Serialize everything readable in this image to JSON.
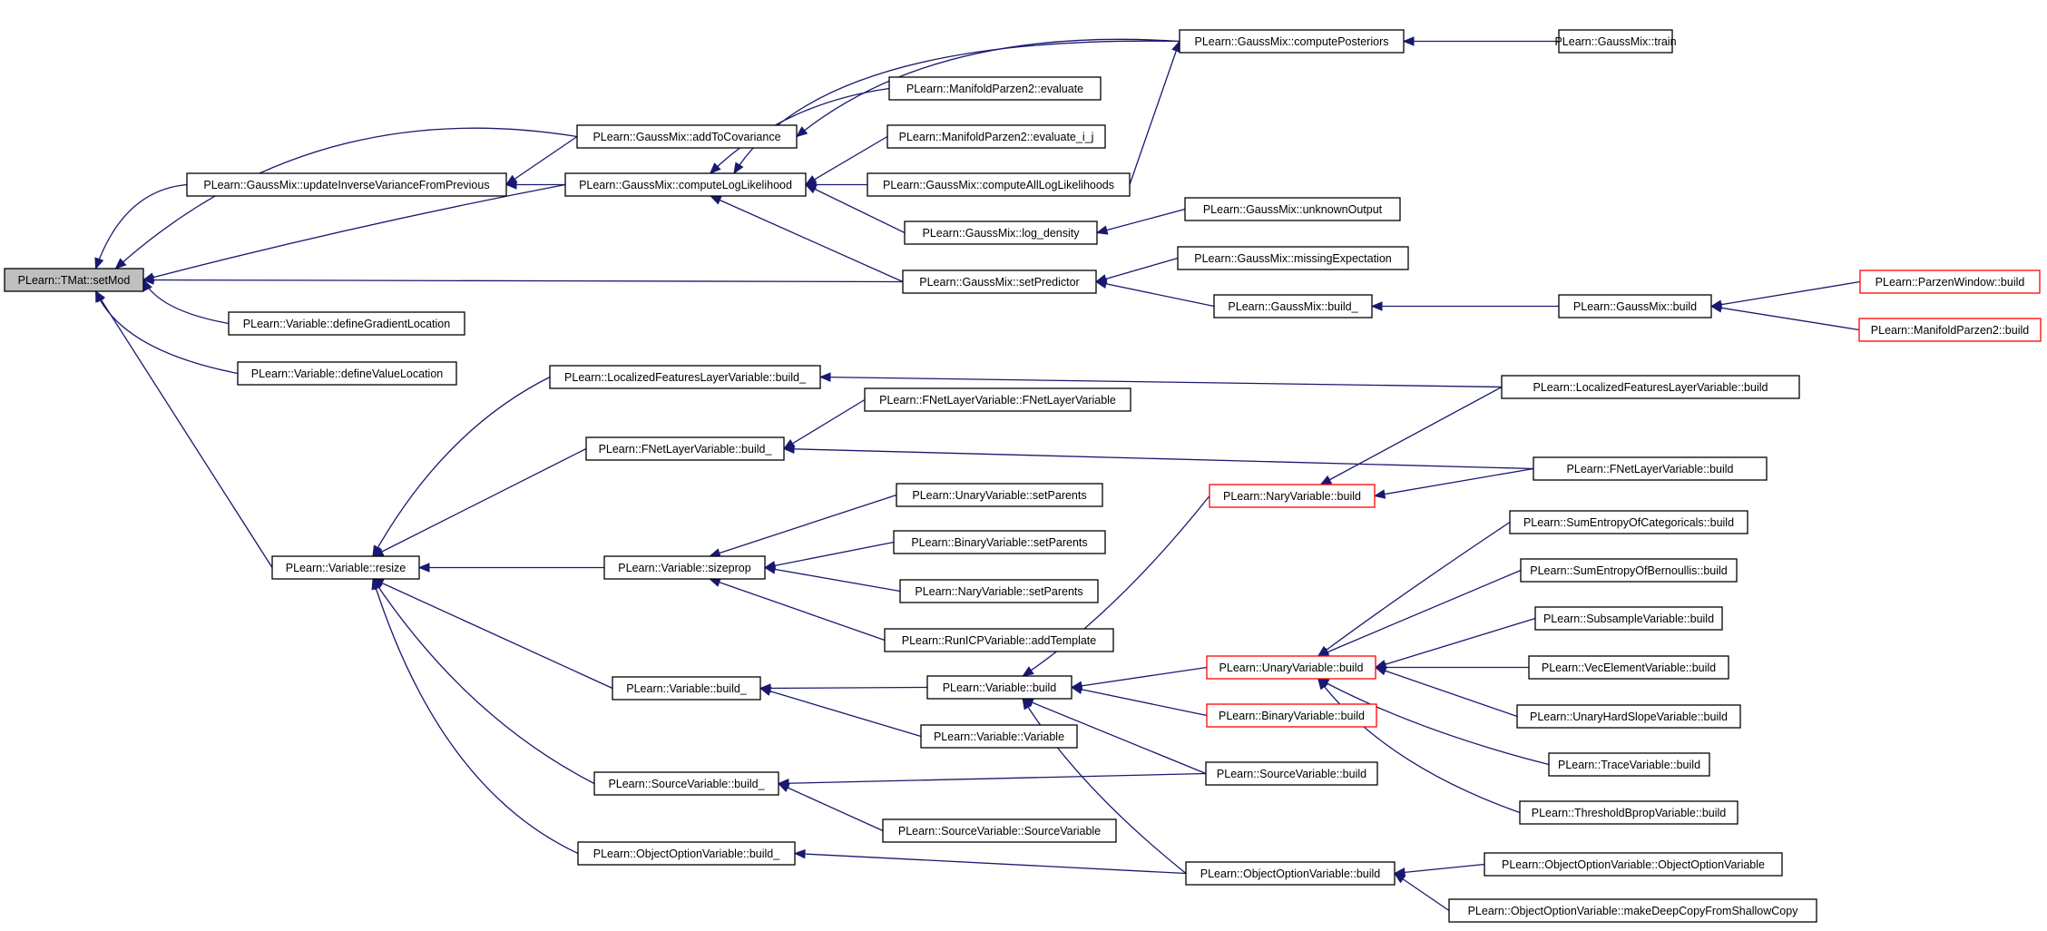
{
  "diagram": {
    "colors": {
      "edge": "#191970",
      "node_border": "#000000",
      "root_fill": "#bfbfbf",
      "truncated_border": "#ff0000",
      "background": "#ffffff"
    },
    "nodes": [
      {
        "id": "tmat_setmod",
        "label": "PLearn::TMat::setMod",
        "root": true
      },
      {
        "id": "gm_updinv",
        "label": "PLearn::GaussMix::updateInverseVarianceFromPrevious"
      },
      {
        "id": "gm_addtocov",
        "label": "PLearn::GaussMix::addToCovariance"
      },
      {
        "id": "gm_complogl",
        "label": "PLearn::GaussMix::computeLogLikelihood"
      },
      {
        "id": "gm_comppost",
        "label": "PLearn::GaussMix::computePosteriors"
      },
      {
        "id": "gm_train",
        "label": "PLearn::GaussMix::train"
      },
      {
        "id": "mp2_eval",
        "label": "PLearn::ManifoldParzen2::evaluate"
      },
      {
        "id": "mp2_evalij",
        "label": "PLearn::ManifoldParzen2::evaluate_i_j"
      },
      {
        "id": "gm_compall",
        "label": "PLearn::GaussMix::computeAllLogLikelihoods"
      },
      {
        "id": "gm_logdens",
        "label": "PLearn::GaussMix::log_density"
      },
      {
        "id": "gm_unknown",
        "label": "PLearn::GaussMix::unknownOutput"
      },
      {
        "id": "gm_missing",
        "label": "PLearn::GaussMix::missingExpectation"
      },
      {
        "id": "gm_setpred",
        "label": "PLearn::GaussMix::setPredictor"
      },
      {
        "id": "gm_build_",
        "label": "PLearn::GaussMix::build_"
      },
      {
        "id": "gm_build",
        "label": "PLearn::GaussMix::build"
      },
      {
        "id": "pw_build",
        "label": "PLearn::ParzenWindow::build",
        "truncated": true
      },
      {
        "id": "mp2_build",
        "label": "PLearn::ManifoldParzen2::build",
        "truncated": true
      },
      {
        "id": "var_defgrad",
        "label": "PLearn::Variable::defineGradientLocation"
      },
      {
        "id": "var_defval",
        "label": "PLearn::Variable::defineValueLocation"
      },
      {
        "id": "var_resize",
        "label": "PLearn::Variable::resize"
      },
      {
        "id": "lflv_build_",
        "label": "PLearn::LocalizedFeaturesLayerVariable::build_"
      },
      {
        "id": "lflv_build",
        "label": "PLearn::LocalizedFeaturesLayerVariable::build"
      },
      {
        "id": "fnlv_build_",
        "label": "PLearn::FNetLayerVariable::build_"
      },
      {
        "id": "fnlv_ctor",
        "label": "PLearn::FNetLayerVariable::FNetLayerVariable"
      },
      {
        "id": "fnlv_build",
        "label": "PLearn::FNetLayerVariable::build"
      },
      {
        "id": "nary_build",
        "label": "PLearn::NaryVariable::build",
        "truncated": true
      },
      {
        "id": "var_sizeprop",
        "label": "PLearn::Variable::sizeprop"
      },
      {
        "id": "unary_setpar",
        "label": "PLearn::UnaryVariable::setParents"
      },
      {
        "id": "binary_setpar",
        "label": "PLearn::BinaryVariable::setParents"
      },
      {
        "id": "nary_setpar",
        "label": "PLearn::NaryVariable::setParents"
      },
      {
        "id": "runicp_addtpl",
        "label": "PLearn::RunICPVariable::addTemplate"
      },
      {
        "id": "var_build_",
        "label": "PLearn::Variable::build_"
      },
      {
        "id": "var_build",
        "label": "PLearn::Variable::build"
      },
      {
        "id": "var_ctor",
        "label": "PLearn::Variable::Variable"
      },
      {
        "id": "unary_build",
        "label": "PLearn::UnaryVariable::build",
        "truncated": true
      },
      {
        "id": "binary_build",
        "label": "PLearn::BinaryVariable::build",
        "truncated": true
      },
      {
        "id": "secat_build",
        "label": "PLearn::SumEntropyOfCategoricals::build"
      },
      {
        "id": "seber_build",
        "label": "PLearn::SumEntropyOfBernoullis::build"
      },
      {
        "id": "subs_build",
        "label": "PLearn::SubsampleVariable::build"
      },
      {
        "id": "vecel_build",
        "label": "PLearn::VecElementVariable::build"
      },
      {
        "id": "uhs_build",
        "label": "PLearn::UnaryHardSlopeVariable::build"
      },
      {
        "id": "trace_build",
        "label": "PLearn::TraceVariable::build"
      },
      {
        "id": "thr_build",
        "label": "PLearn::ThresholdBpropVariable::build"
      },
      {
        "id": "src_build_",
        "label": "PLearn::SourceVariable::build_"
      },
      {
        "id": "src_build",
        "label": "PLearn::SourceVariable::build"
      },
      {
        "id": "src_ctor",
        "label": "PLearn::SourceVariable::SourceVariable"
      },
      {
        "id": "oov_build_",
        "label": "PLearn::ObjectOptionVariable::build_"
      },
      {
        "id": "oov_build",
        "label": "PLearn::ObjectOptionVariable::build"
      },
      {
        "id": "oov_ctor",
        "label": "PLearn::ObjectOptionVariable::ObjectOptionVariable"
      },
      {
        "id": "oov_deepcopy",
        "label": "PLearn::ObjectOptionVariable::makeDeepCopyFromShallowCopy"
      }
    ],
    "edges": [
      [
        "gm_addtocov",
        "tmat_setmod"
      ],
      [
        "gm_updinv",
        "tmat_setmod"
      ],
      [
        "gm_complogl",
        "tmat_setmod"
      ],
      [
        "gm_setpred",
        "tmat_setmod"
      ],
      [
        "var_defgrad",
        "tmat_setmod"
      ],
      [
        "var_defval",
        "tmat_setmod"
      ],
      [
        "var_resize",
        "tmat_setmod"
      ],
      [
        "gm_addtocov",
        "gm_updinv"
      ],
      [
        "gm_complogl",
        "gm_updinv"
      ],
      [
        "gm_comppost",
        "gm_addtocov"
      ],
      [
        "gm_comppost",
        "gm_complogl"
      ],
      [
        "mp2_eval",
        "gm_complogl"
      ],
      [
        "mp2_evalij",
        "gm_complogl"
      ],
      [
        "gm_compall",
        "gm_complogl"
      ],
      [
        "gm_logdens",
        "gm_complogl"
      ],
      [
        "gm_setpred",
        "gm_complogl"
      ],
      [
        "gm_train",
        "gm_comppost"
      ],
      [
        "gm_compall",
        "gm_comppost"
      ],
      [
        "gm_unknown",
        "gm_logdens"
      ],
      [
        "gm_missing",
        "gm_setpred"
      ],
      [
        "gm_build_",
        "gm_setpred"
      ],
      [
        "gm_build",
        "gm_build_"
      ],
      [
        "pw_build",
        "gm_build"
      ],
      [
        "mp2_build",
        "gm_build"
      ],
      [
        "lflv_build_",
        "var_resize"
      ],
      [
        "fnlv_build_",
        "var_resize"
      ],
      [
        "var_sizeprop",
        "var_resize"
      ],
      [
        "var_build_",
        "var_resize"
      ],
      [
        "src_build_",
        "var_resize"
      ],
      [
        "oov_build_",
        "var_resize"
      ],
      [
        "lflv_build",
        "lflv_build_"
      ],
      [
        "fnlv_ctor",
        "fnlv_build_"
      ],
      [
        "fnlv_build",
        "fnlv_build_"
      ],
      [
        "lflv_build",
        "nary_build"
      ],
      [
        "fnlv_build",
        "nary_build"
      ],
      [
        "unary_setpar",
        "var_sizeprop"
      ],
      [
        "binary_setpar",
        "var_sizeprop"
      ],
      [
        "nary_setpar",
        "var_sizeprop"
      ],
      [
        "runicp_addtpl",
        "var_sizeprop"
      ],
      [
        "var_build",
        "var_build_"
      ],
      [
        "var_ctor",
        "var_build_"
      ],
      [
        "nary_build",
        "var_build"
      ],
      [
        "unary_build",
        "var_build"
      ],
      [
        "binary_build",
        "var_build"
      ],
      [
        "src_build",
        "var_build"
      ],
      [
        "oov_build",
        "var_build"
      ],
      [
        "secat_build",
        "unary_build"
      ],
      [
        "seber_build",
        "unary_build"
      ],
      [
        "subs_build",
        "unary_build"
      ],
      [
        "vecel_build",
        "unary_build"
      ],
      [
        "uhs_build",
        "unary_build"
      ],
      [
        "trace_build",
        "unary_build"
      ],
      [
        "thr_build",
        "unary_build"
      ],
      [
        "src_build",
        "src_build_"
      ],
      [
        "src_ctor",
        "src_build_"
      ],
      [
        "oov_build",
        "oov_build_"
      ],
      [
        "oov_ctor",
        "oov_build"
      ],
      [
        "oov_deepcopy",
        "oov_build"
      ]
    ]
  }
}
